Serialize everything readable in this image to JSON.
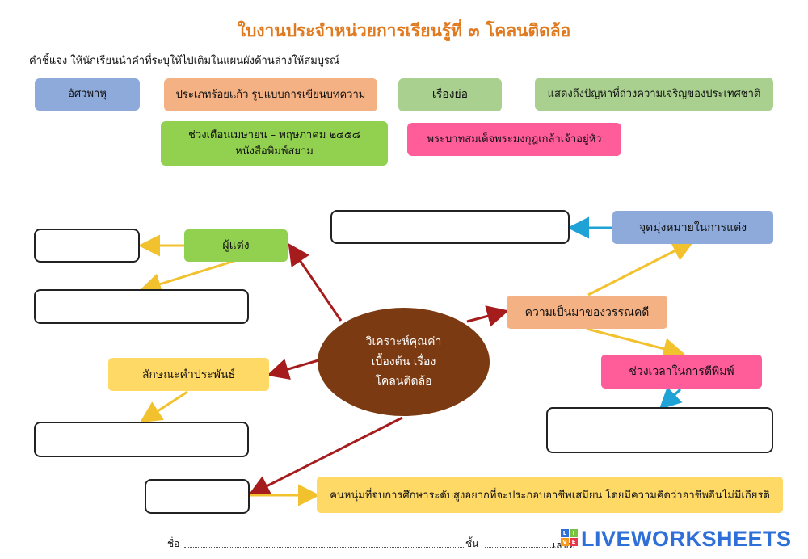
{
  "title": "ใบงานประจำหน่วยการเรียนรู้ที่ ๓ โคลนติดล้อ",
  "instruction": "คำชี้แจง ให้นักเรียนนำคำที่ระบุให้ไปเติมในแผนผังด้านล่างให้สมบูรณ์",
  "word_bank": [
    {
      "text": "อัศวพาหุ",
      "color": "#8eaadb"
    },
    {
      "text": "ประเภทร้อยแก้ว รูปแบบการเขียนบทความ",
      "color": "#f4b183"
    },
    {
      "text": "เรื่องย่อ",
      "color": "#a9d08e"
    },
    {
      "text": "แสดงถึงปัญหาที่ถ่วงความเจริญของประเทศชาติ",
      "color": "#a9d08e"
    },
    {
      "text_line1": "ช่วงเดือนเมษายน – พฤษภาคม ๒๔๕๘",
      "text_line2": "หนังสือพิมพ์สยาม",
      "color": "#92d050"
    },
    {
      "text": "พระบาทสมเด็จพระมงกุฎเกล้าเจ้าอยู่หัว",
      "color": "#ff5c9a"
    }
  ],
  "center": {
    "line1": "วิเคราะห์คุณค่า",
    "line2": "เบื้องต้น เรื่อง",
    "line3": "โคลนติดล้อ",
    "color": "#7b3a12"
  },
  "nodes": {
    "author": {
      "text": "ผู้แต่ง",
      "color": "#92d050"
    },
    "purpose": {
      "text": "จุดมุ่งหมายในการแต่ง",
      "color": "#8eaadb"
    },
    "origin": {
      "text": "ความเป็นมาของวรรณคดี",
      "color": "#f4b183"
    },
    "publish_time": {
      "text": "ช่วงเวลาในการตีพิมพ์",
      "color": "#ff5c9a"
    },
    "form": {
      "text": "ลักษณะคำประพันธ์",
      "color": "#ffd966"
    },
    "young_people": {
      "text": "คนหนุ่มที่จบการศึกษาระดับสูงอยากที่จะประกอบอาชีพเสมียน โดยมีความคิดว่าอาชีพอื่นไม่มีเกียรติ",
      "color": "#ffd966"
    }
  },
  "arrow_colors": {
    "red": "#a61c1c",
    "yellow": "#f2c12e",
    "blue": "#1fa2d6"
  },
  "footer": {
    "name_label": "ชื่อ",
    "class_label": "ชั้น",
    "number_label": "เลขที่"
  },
  "branding": {
    "text": "LIVEWORKSHEETS",
    "logo_letters": [
      "L",
      "I",
      "V",
      "E"
    ]
  }
}
